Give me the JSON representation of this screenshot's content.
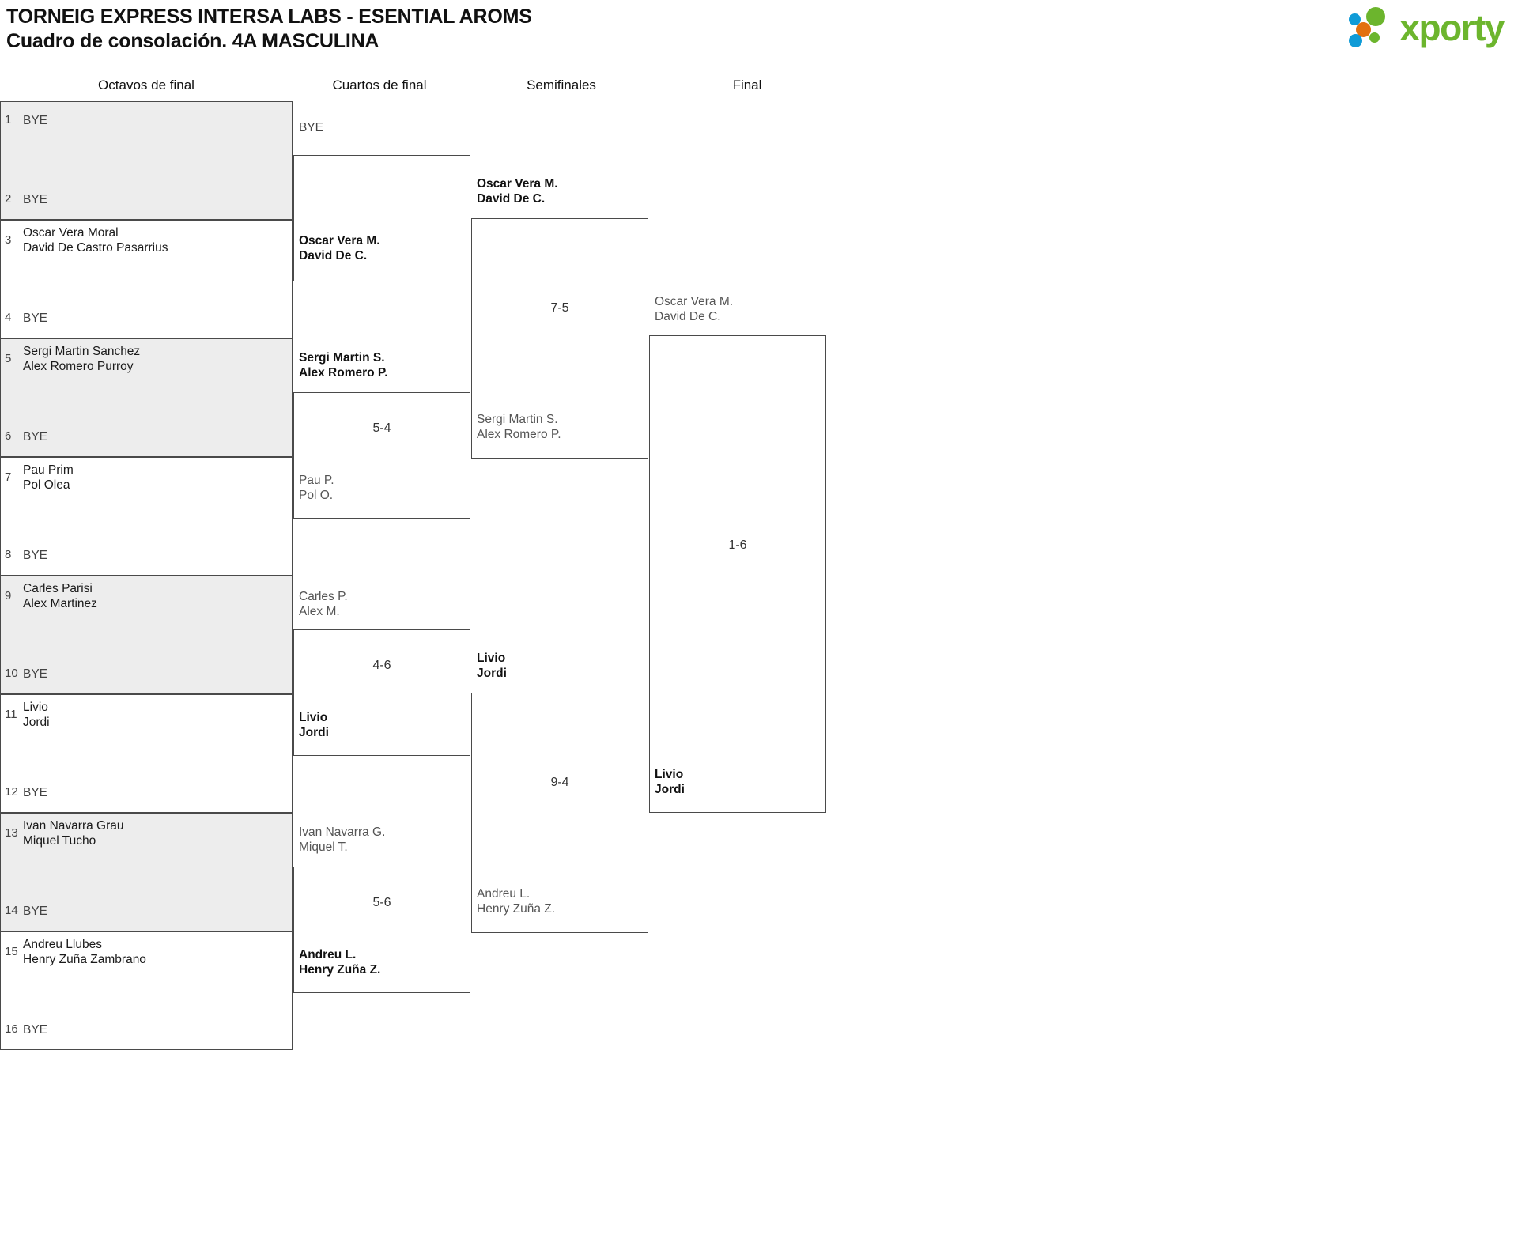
{
  "header": {
    "title_line1": "TORNEIG EXPRESS INTERSA LABS - ESENTIAL AROMS",
    "title_line2": "Cuadro de consolación. 4A MASCULINA",
    "logo_text": "xporty",
    "logo_colors": {
      "green": "#6cb52d",
      "orange": "#e2710f",
      "blue": "#0f9bd7"
    }
  },
  "rounds": [
    {
      "label": "Octavos de final"
    },
    {
      "label": "Cuartos de final"
    },
    {
      "label": "Semifinales"
    },
    {
      "label": "Final"
    }
  ],
  "round1": [
    {
      "seed": "1",
      "line1": "BYE",
      "line2": "",
      "style": "bye"
    },
    {
      "seed": "2",
      "line1": "BYE",
      "line2": "",
      "style": "bye"
    },
    {
      "seed": "3",
      "line1": "Oscar Vera Moral",
      "line2": "David De Castro Pasarrius",
      "style": "player"
    },
    {
      "seed": "4",
      "line1": "BYE",
      "line2": "",
      "style": "bye"
    },
    {
      "seed": "5",
      "line1": "Sergi Martin Sanchez",
      "line2": "Alex Romero Purroy",
      "style": "player"
    },
    {
      "seed": "6",
      "line1": "BYE",
      "line2": "",
      "style": "bye"
    },
    {
      "seed": "7",
      "line1": "Pau Prim",
      "line2": "Pol Olea",
      "style": "player"
    },
    {
      "seed": "8",
      "line1": "BYE",
      "line2": "",
      "style": "bye"
    },
    {
      "seed": "9",
      "line1": "Carles Parisi",
      "line2": "Alex Martinez",
      "style": "player"
    },
    {
      "seed": "10",
      "line1": "BYE",
      "line2": "",
      "style": "bye"
    },
    {
      "seed": "11",
      "line1": "Livio",
      "line2": "Jordi",
      "style": "player"
    },
    {
      "seed": "12",
      "line1": "BYE",
      "line2": "",
      "style": "bye"
    },
    {
      "seed": "13",
      "line1": "Ivan Navarra Grau",
      "line2": "Miquel Tucho",
      "style": "player"
    },
    {
      "seed": "14",
      "line1": "BYE",
      "line2": "",
      "style": "bye"
    },
    {
      "seed": "15",
      "line1": "Andreu Llubes",
      "line2": "Henry Zuña Zambrano",
      "style": "player"
    },
    {
      "seed": "16",
      "line1": "BYE",
      "line2": "",
      "style": "bye"
    }
  ],
  "quarterfinals": [
    {
      "top_line1": "BYE",
      "top_line2": "",
      "top_state": "neutral",
      "bot_line1": "Oscar Vera M.",
      "bot_line2": "David De C.",
      "bot_state": "win",
      "score": ""
    },
    {
      "top_line1": "Sergi Martin S.",
      "top_line2": "Alex Romero P.",
      "top_state": "win",
      "bot_line1": "Pau P.",
      "bot_line2": "Pol O.",
      "bot_state": "lose",
      "score": "5-4"
    },
    {
      "top_line1": "Carles P.",
      "top_line2": "Alex M.",
      "top_state": "lose",
      "bot_line1": "Livio",
      "bot_line2": "Jordi",
      "bot_state": "win",
      "score": "4-6"
    },
    {
      "top_line1": "Ivan Navarra G.",
      "top_line2": "Miquel T.",
      "top_state": "lose",
      "bot_line1": "Andreu L.",
      "bot_line2": "Henry Zuña Z.",
      "bot_state": "win",
      "score": "5-6"
    }
  ],
  "semifinals": [
    {
      "top_line1": "Oscar Vera M.",
      "top_line2": "David De C.",
      "top_state": "win",
      "bot_line1": "Sergi Martin S.",
      "bot_line2": "Alex Romero P.",
      "bot_state": "lose",
      "score": "7-5"
    },
    {
      "top_line1": "Livio",
      "top_line2": "Jordi",
      "top_state": "win",
      "bot_line1": "Andreu L.",
      "bot_line2": "Henry Zuña Z.",
      "bot_state": "lose",
      "score": "9-4"
    }
  ],
  "final": {
    "top_line1": "Oscar Vera M.",
    "top_line2": "David De C.",
    "top_state": "lose",
    "bot_line1": "Livio",
    "bot_line2": "Jordi",
    "bot_state": "win",
    "score": "1-6"
  }
}
